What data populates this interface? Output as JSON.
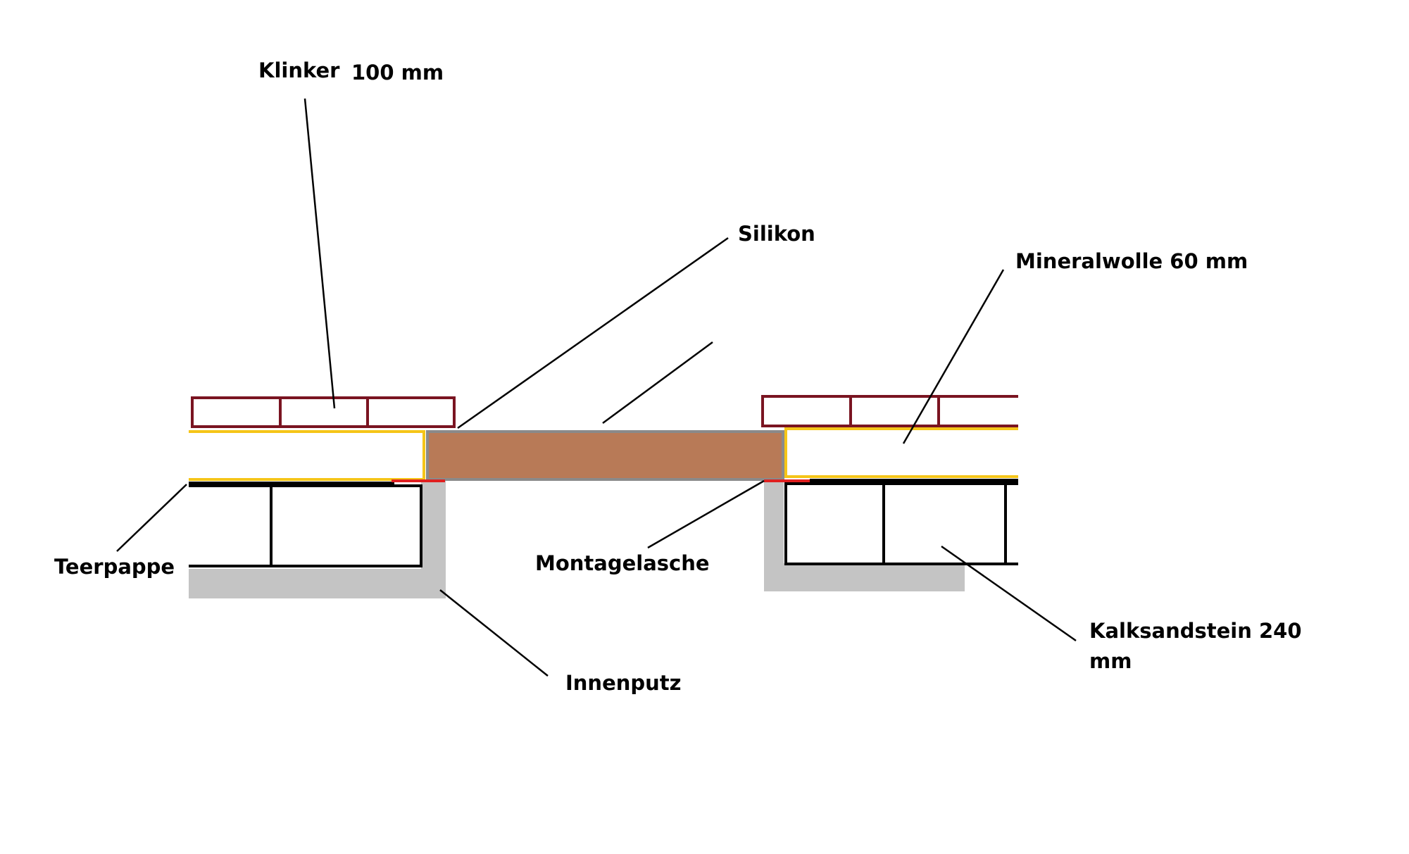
{
  "labels": {
    "klinker": "Klinker",
    "klinker_thickness": "100 mm",
    "silikon": "Silikon",
    "mineralwolle": "Mineralwolle 60 mm",
    "teerpappe": "Teerpappe",
    "montagelasche": "Montagelasche",
    "innenputz": "Innenputz",
    "kalksandstein_line1": "Kalksandstein 240",
    "kalksandstein_line2": "mm"
  },
  "colors": {
    "background": "#ffffff",
    "klinker_outline": "#7a1421",
    "mineralwolle_outline": "#f5c518",
    "window_frame_fill": "#b87a57",
    "window_frame_outline": "#8a8a8a",
    "innenputz": "#c4c4c4",
    "teerpappe": "#000000",
    "montagelasche": "#e02020",
    "kalksandstein_outline": "#000000",
    "leader_line": "#000000"
  }
}
